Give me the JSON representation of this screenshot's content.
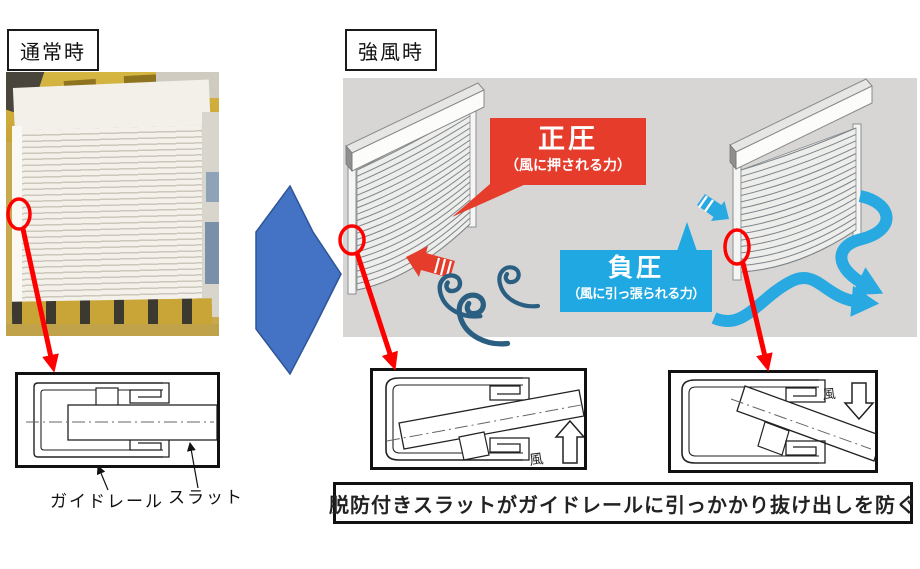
{
  "title_labels": {
    "normal": "通常時",
    "strong_wind": "強風時"
  },
  "callouts": {
    "positive": {
      "title": "正圧",
      "subtitle": "（風に押される力）"
    },
    "negative": {
      "title": "負圧",
      "subtitle": "（風に引っ張られる力）"
    }
  },
  "cross_sections": {
    "guide_rail_label": "ガイドレール",
    "slat_label": "スラット",
    "wind_label_up": "風",
    "wind_label_down": "風"
  },
  "caption": {
    "text": "脱防付きスラットがガイドレールに引っかかり抜け出しを防ぐ"
  },
  "colors": {
    "positive_red": "#E63C2C",
    "negative_blue": "#1FA8E2",
    "transition_arrow_blue": "#4472C4",
    "wind_swirl_navy": "#2B5F82",
    "highlight_red": "#FF0000",
    "panel_gray": "#D7D6D4"
  }
}
